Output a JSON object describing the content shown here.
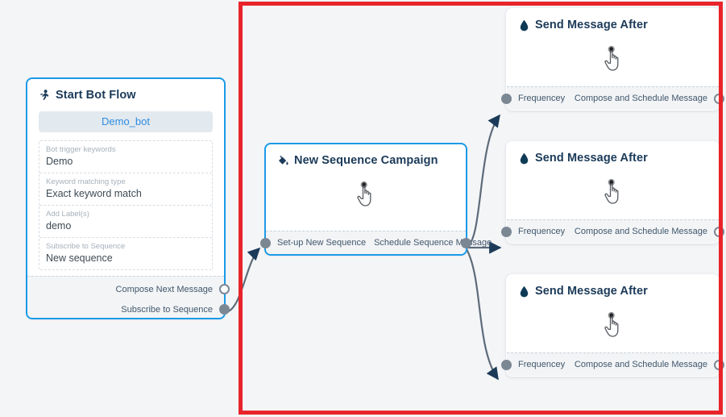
{
  "canvas": {
    "background_color": "#f4f5f7",
    "highlight_color": "#e8242a"
  },
  "nodes": {
    "start_bot_flow": {
      "title": "Start Bot Flow",
      "icon": "running-person-icon",
      "bot_chip": "Demo_bot",
      "fields": [
        {
          "label": "Bot trigger keywords",
          "value": "Demo"
        },
        {
          "label": "Keyword matching type",
          "value": "Exact keyword match"
        },
        {
          "label": "Add Label(s)",
          "value": "demo"
        },
        {
          "label": "Subscribe to Sequence",
          "value": "New sequence"
        }
      ],
      "ports": [
        {
          "label": "Compose Next Message",
          "style": "hollow"
        },
        {
          "label": "Subscribe to Sequence",
          "style": "filled"
        }
      ]
    },
    "new_sequence_campaign": {
      "title": "New Sequence Campaign",
      "icon": "paint-pour-icon",
      "body_icon": "pointing-hand-cursor",
      "ports": [
        {
          "label": "Set-up New Sequence",
          "style": "filled",
          "side": "left"
        },
        {
          "label": "Schedule Sequence Message",
          "style": "filled",
          "side": "right"
        }
      ]
    },
    "send_message_after": [
      {
        "title": "Send Message After",
        "icon": "water-drop-icon",
        "body_icon": "pointing-hand-cursor",
        "ports": [
          {
            "label": "Frequencey",
            "style": "filled",
            "side": "left"
          },
          {
            "label": "Compose and Schedule Message",
            "style": "hollow",
            "side": "right"
          }
        ]
      },
      {
        "title": "Send Message After",
        "icon": "water-drop-icon",
        "body_icon": "pointing-hand-cursor",
        "ports": [
          {
            "label": "Frequencey",
            "style": "filled",
            "side": "left"
          },
          {
            "label": "Compose and Schedule Message",
            "style": "hollow",
            "side": "right"
          }
        ]
      },
      {
        "title": "Send Message After",
        "icon": "water-drop-icon",
        "body_icon": "pointing-hand-cursor",
        "ports": [
          {
            "label": "Frequencey",
            "style": "filled",
            "side": "left"
          },
          {
            "label": "Compose and Schedule Message",
            "style": "hollow",
            "side": "right"
          }
        ]
      }
    ]
  },
  "edges": [
    {
      "from": "start-bot-flow.subscribe-to-sequence",
      "to": "new-sequence-campaign.set-up-new-sequence"
    },
    {
      "from": "new-sequence-campaign.schedule-sequence-message",
      "to": "send-message-after-1.frequencey"
    },
    {
      "from": "new-sequence-campaign.schedule-sequence-message",
      "to": "send-message-after-2.frequencey"
    },
    {
      "from": "new-sequence-campaign.schedule-sequence-message",
      "to": "send-message-after-3.frequencey"
    }
  ]
}
